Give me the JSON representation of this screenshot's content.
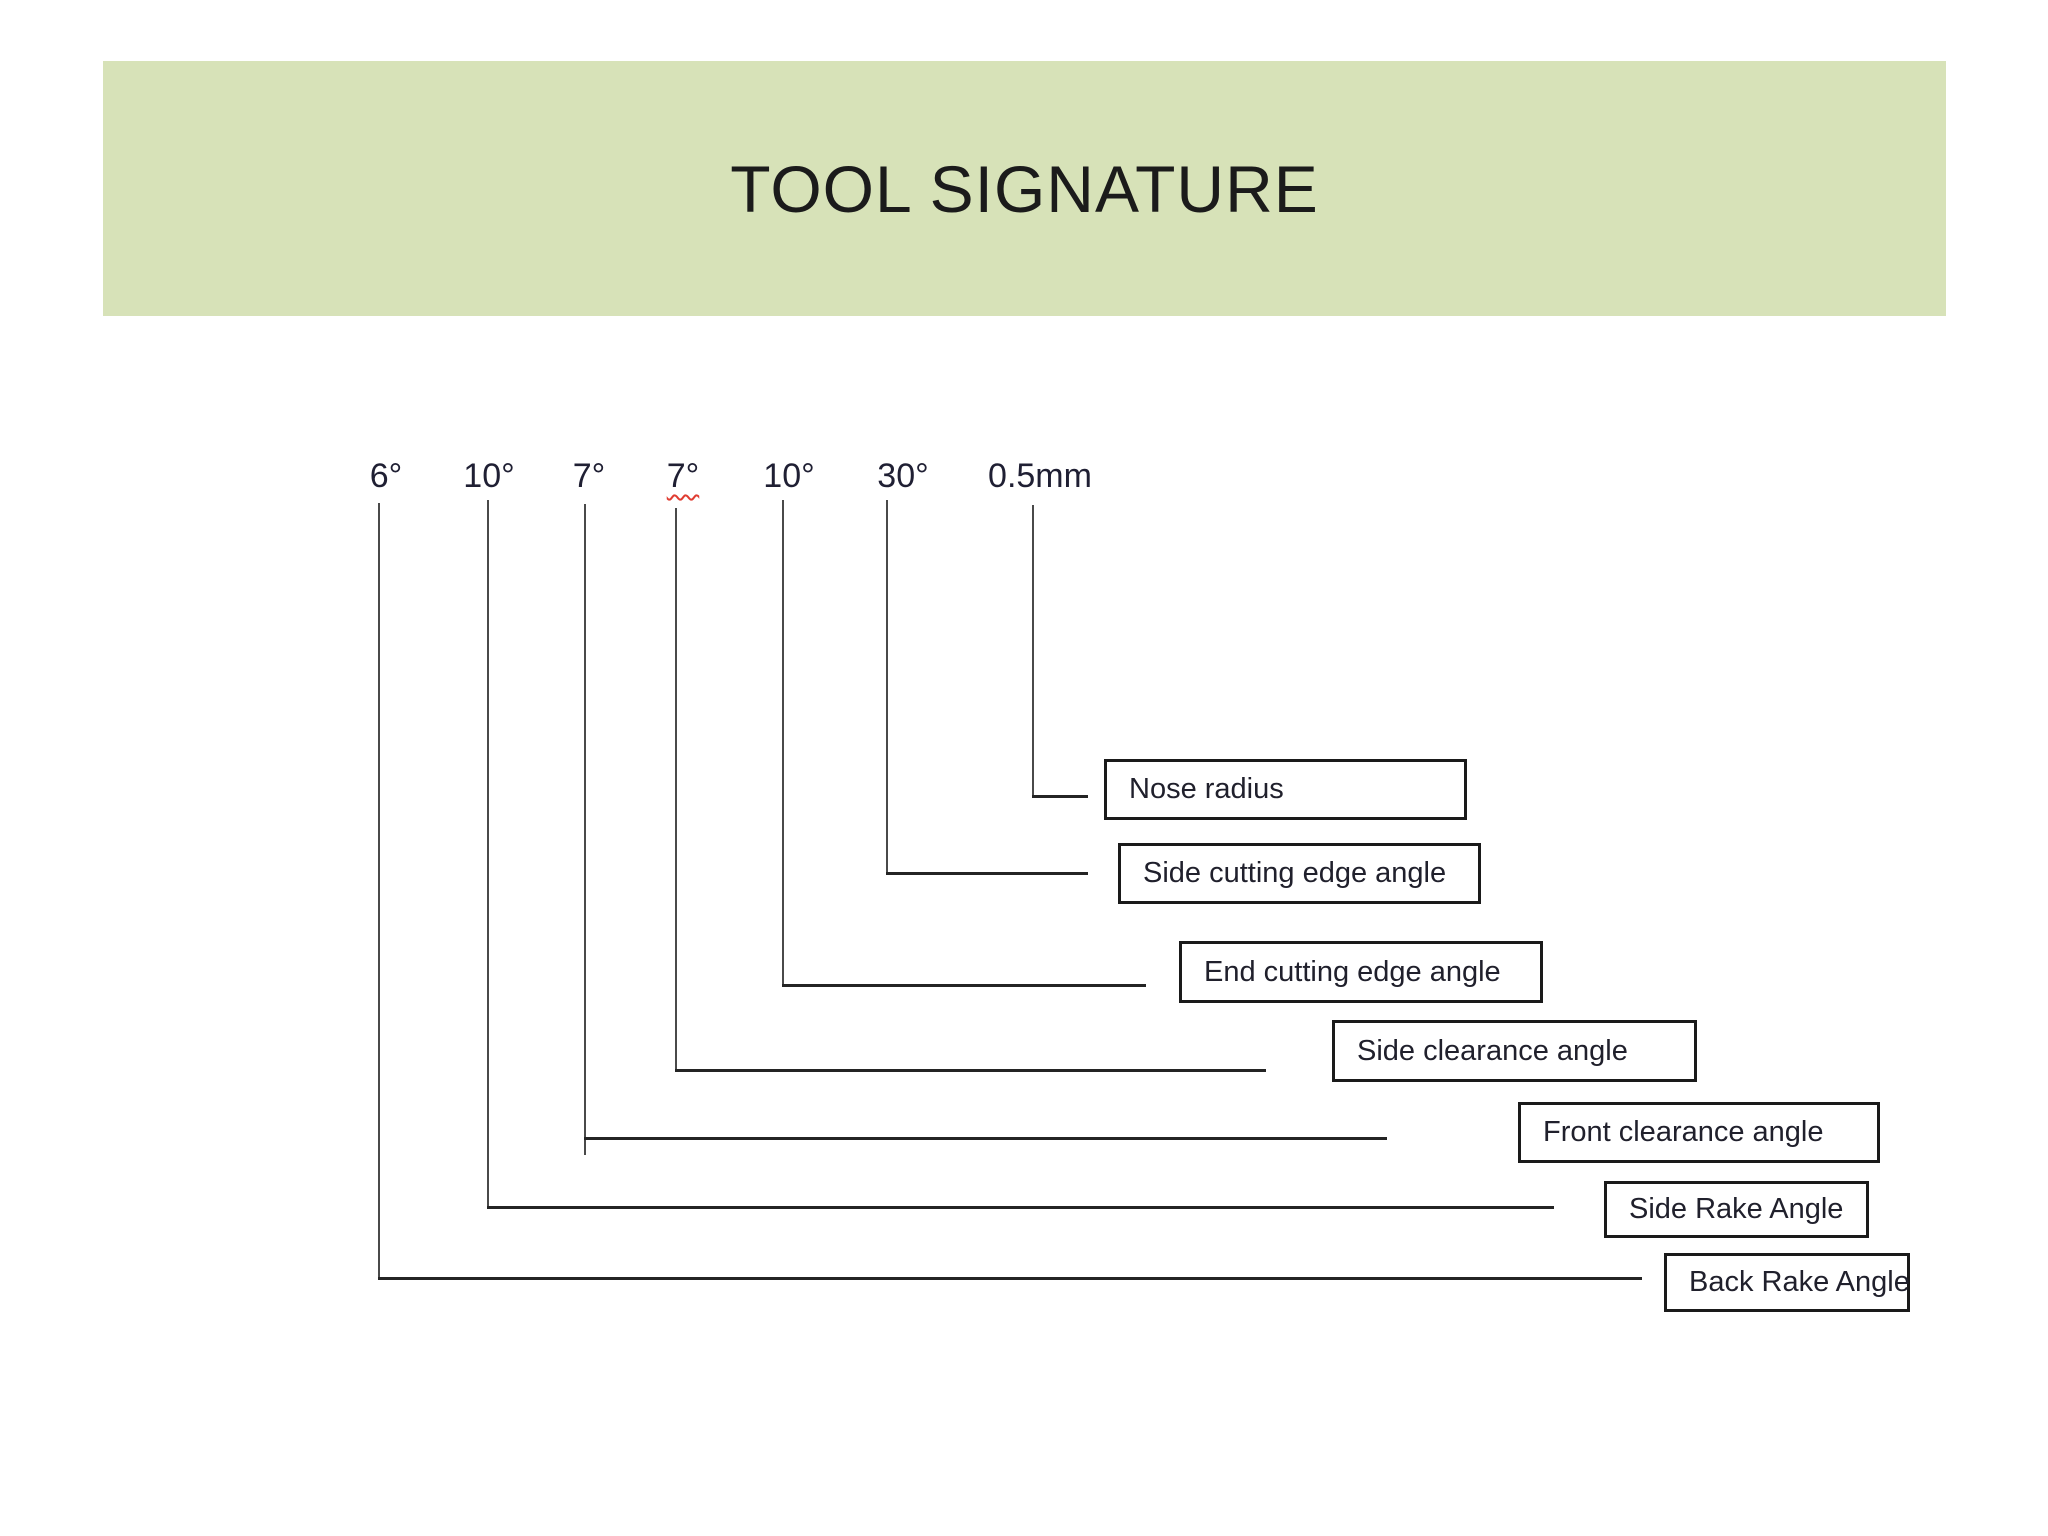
{
  "slide": {
    "title": "TOOL SIGNATURE"
  },
  "tool_signature": {
    "items": [
      {
        "value": "6°",
        "label": "Back Rake Angle"
      },
      {
        "value": "10°",
        "label": "Side Rake Angle"
      },
      {
        "value": "7°",
        "label": "Front clearance angle"
      },
      {
        "value": "7°",
        "label": "Side clearance angle",
        "spellcheck_underline": true
      },
      {
        "value": "10°",
        "label": "End cutting edge angle"
      },
      {
        "value": "30°",
        "label": "Side cutting edge angle"
      },
      {
        "value": "0.5mm",
        "label": "Nose radius"
      }
    ]
  },
  "colors": {
    "header_band": "#d7e2b8",
    "title_text": "#1b1b1b",
    "connector_line": "#3a3a3a",
    "box_border": "#1a1a1a",
    "spellcheck_underline": "#e03c31"
  }
}
